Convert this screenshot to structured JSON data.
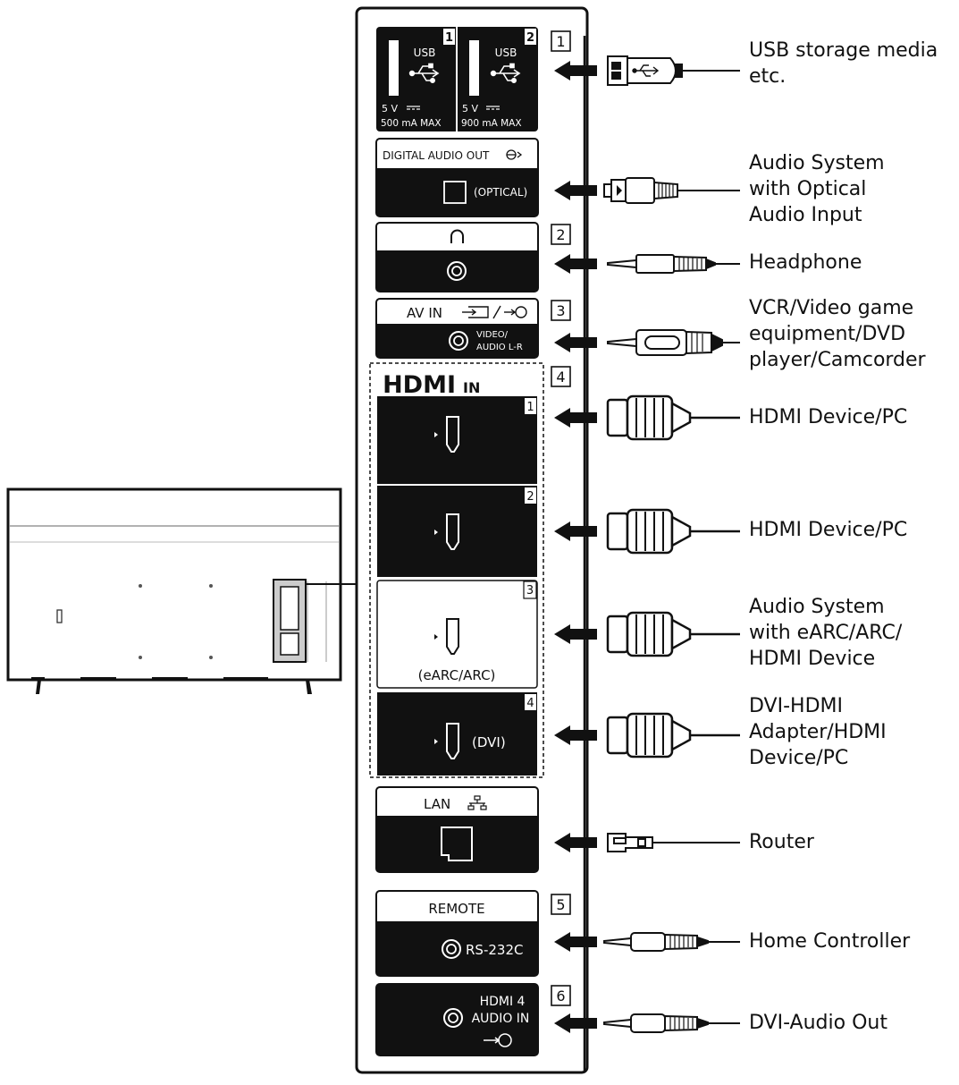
{
  "panels": {
    "usb": {
      "port1_label": "USB",
      "port1_number": "1",
      "port1_volt": "5 V",
      "port1_current": "500 mA MAX",
      "port2_label": "USB",
      "port2_number": "2",
      "port2_volt": "5 V",
      "port2_current": "900 mA MAX"
    },
    "digital_audio": {
      "title": "DIGITAL AUDIO OUT",
      "port_label": "(OPTICAL)"
    },
    "av_in": {
      "title": "AV IN",
      "port_label_1": "VIDEO/",
      "port_label_2": "AUDIO L-R"
    },
    "hdmi": {
      "logo": "HDMI",
      "in_label": "IN",
      "port_numbers": [
        "1",
        "2",
        "3",
        "4"
      ],
      "port3_note": "(eARC/ARC)",
      "port4_note": "(DVI)"
    },
    "lan": {
      "title": "LAN"
    },
    "remote": {
      "title": "REMOTE",
      "port_label": "RS-232C"
    },
    "hdmi_audio": {
      "line1": "HDMI 4",
      "line2": "AUDIO IN"
    }
  },
  "callouts": [
    "1",
    "2",
    "3",
    "4",
    "5",
    "6"
  ],
  "devices": [
    "USB storage media\netc.",
    "Audio System\nwith Optical\nAudio Input",
    "Headphone",
    "VCR/Video game\nequipment/DVD\nplayer/Camcorder",
    "HDMI Device/PC",
    "HDMI Device/PC",
    "Audio System\nwith eARC/ARC/\nHDMI Device",
    "DVI-HDMI\nAdapter/HDMI\nDevice/PC",
    "Router",
    "Home Controller",
    "DVI-Audio Out"
  ],
  "icons": [
    "usb-icon",
    "input-icon",
    "headphone-icon",
    "lan-icon",
    "hdmi-port-icon",
    "optical-port-icon",
    "jack-port-icon",
    "rj45-port-icon"
  ]
}
